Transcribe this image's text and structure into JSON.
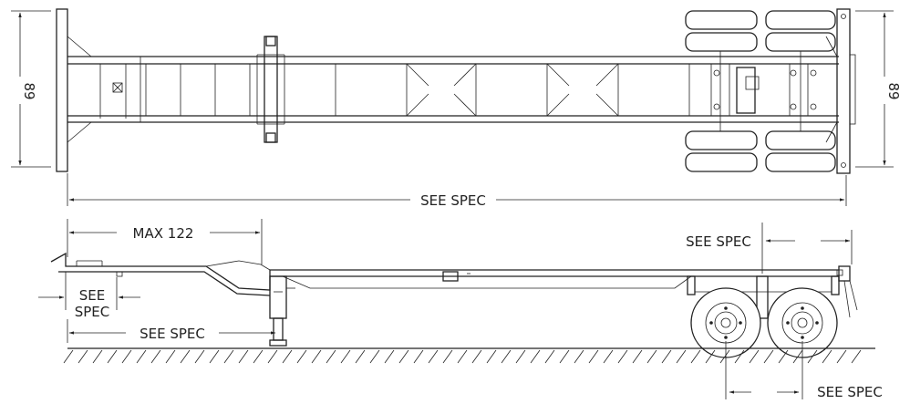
{
  "top_view": {
    "height_left": "89",
    "height_right": "89",
    "length_label": "SEE SPEC"
  },
  "side_view": {
    "max_label": "MAX 122",
    "rear_label": "SEE SPEC",
    "front_overhang_label_line1": "SEE",
    "front_overhang_label_line2": "SPEC",
    "landing_gear_label": "SEE SPEC",
    "axle_spread_label": "SEE SPEC"
  }
}
